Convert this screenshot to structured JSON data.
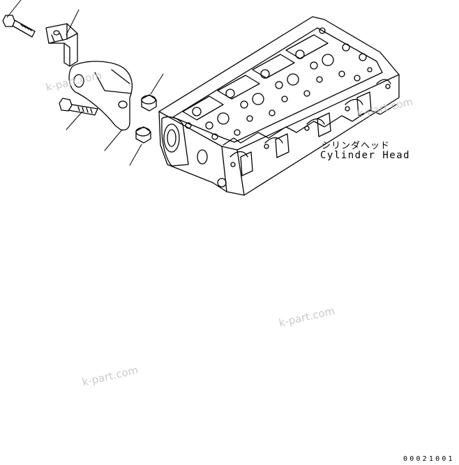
{
  "labels": {
    "cylinder_head_jp": "シリンダヘッド",
    "cylinder_head_en": "Cylinder Head"
  },
  "figure_code": "00021001",
  "watermark": "k-part.com"
}
